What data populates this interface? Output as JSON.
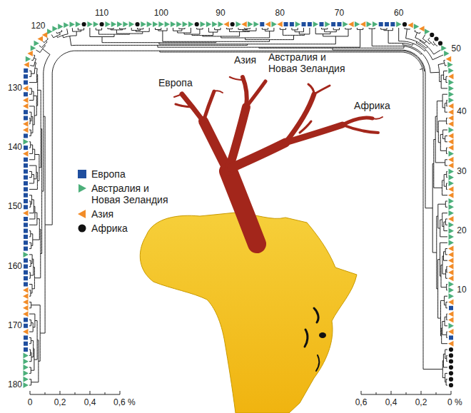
{
  "diagram": {
    "labels": [
      "120",
      "110",
      "100",
      "90",
      "80",
      "70",
      "60",
      "130",
      "50",
      "140",
      "40",
      "30",
      "150",
      "20",
      "160",
      "10",
      "170",
      "180",
      "Европа",
      "Азия",
      "Австралия и Новая Зеландия",
      "Африка",
      "0",
      "0,2",
      "0,4",
      "0,6 %",
      "0,6",
      "0,4",
      "0,2",
      "0 %"
    ],
    "legend": [
      {
        "text": "Европа",
        "color": "#1f4e9e"
      },
      {
        "text": "Австралия и Новая Зеландия",
        "color": "#4caf7a"
      },
      {
        "text": "Азия",
        "color": "#f28c28"
      },
      {
        "text": "Африка",
        "color": "#111111"
      }
    ]
  }
}
